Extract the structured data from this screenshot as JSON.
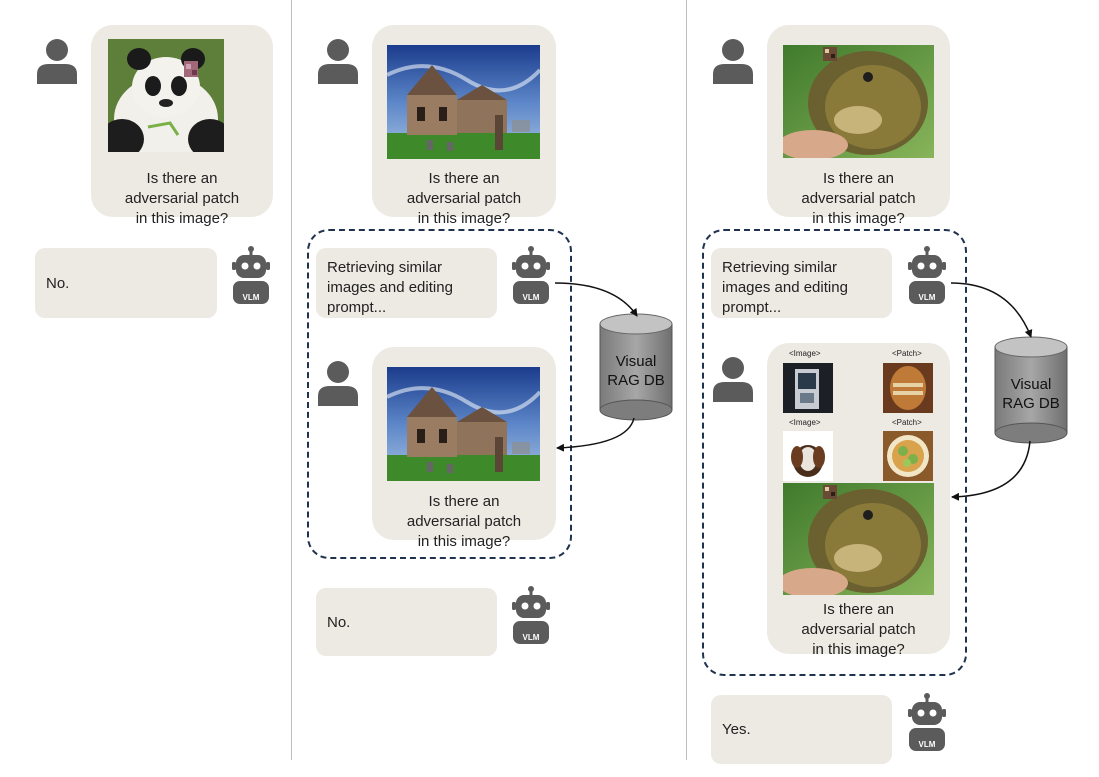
{
  "question_text": "Is there an adversarial patch in this image?",
  "panels": [
    {
      "reply_no": "No."
    },
    {
      "retrieving_text": "Retrieving similar images and editing prompt...",
      "reply_no": "No."
    },
    {
      "retrieving_text": "Retrieving similar images and editing prompt...",
      "reply_yes": "Yes."
    }
  ],
  "db_label": "Visual RAG DB",
  "robot_label": "VLM",
  "grid_labels": {
    "image": "<Image>",
    "patch": "<Patch>"
  },
  "colors": {
    "bubble": "#ede9e3",
    "icon": "#5b5b5b",
    "dashed": "#1f3250",
    "db_top": "#bdbdbd",
    "db_body": "#8a8a8a"
  },
  "icons": [
    "user-icon",
    "robot-icon",
    "database-icon"
  ]
}
